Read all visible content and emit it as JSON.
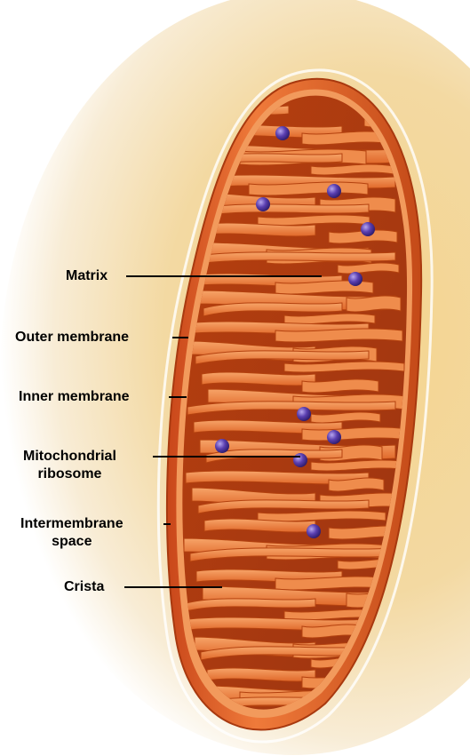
{
  "labels": {
    "matrix": "Matrix",
    "outer_membrane": "Outer membrane",
    "inner_membrane": "Inner membrane",
    "mitochondrial_ribosome": "Mitochondrial\nribosome",
    "intermembrane_space": "Intermembrane\nspace",
    "crista": "Crista"
  },
  "colors": {
    "outer_membrane": "#e8652a",
    "interior": "#d2541c",
    "crista_fold": "#f08a48",
    "crista_highlight": "#f7a468",
    "ribosome": "#5a3fb0",
    "background_glow": "#f2cf86",
    "leader_line": "#000000"
  },
  "icons": {
    "ribosome": "ribosome-sphere-icon"
  }
}
